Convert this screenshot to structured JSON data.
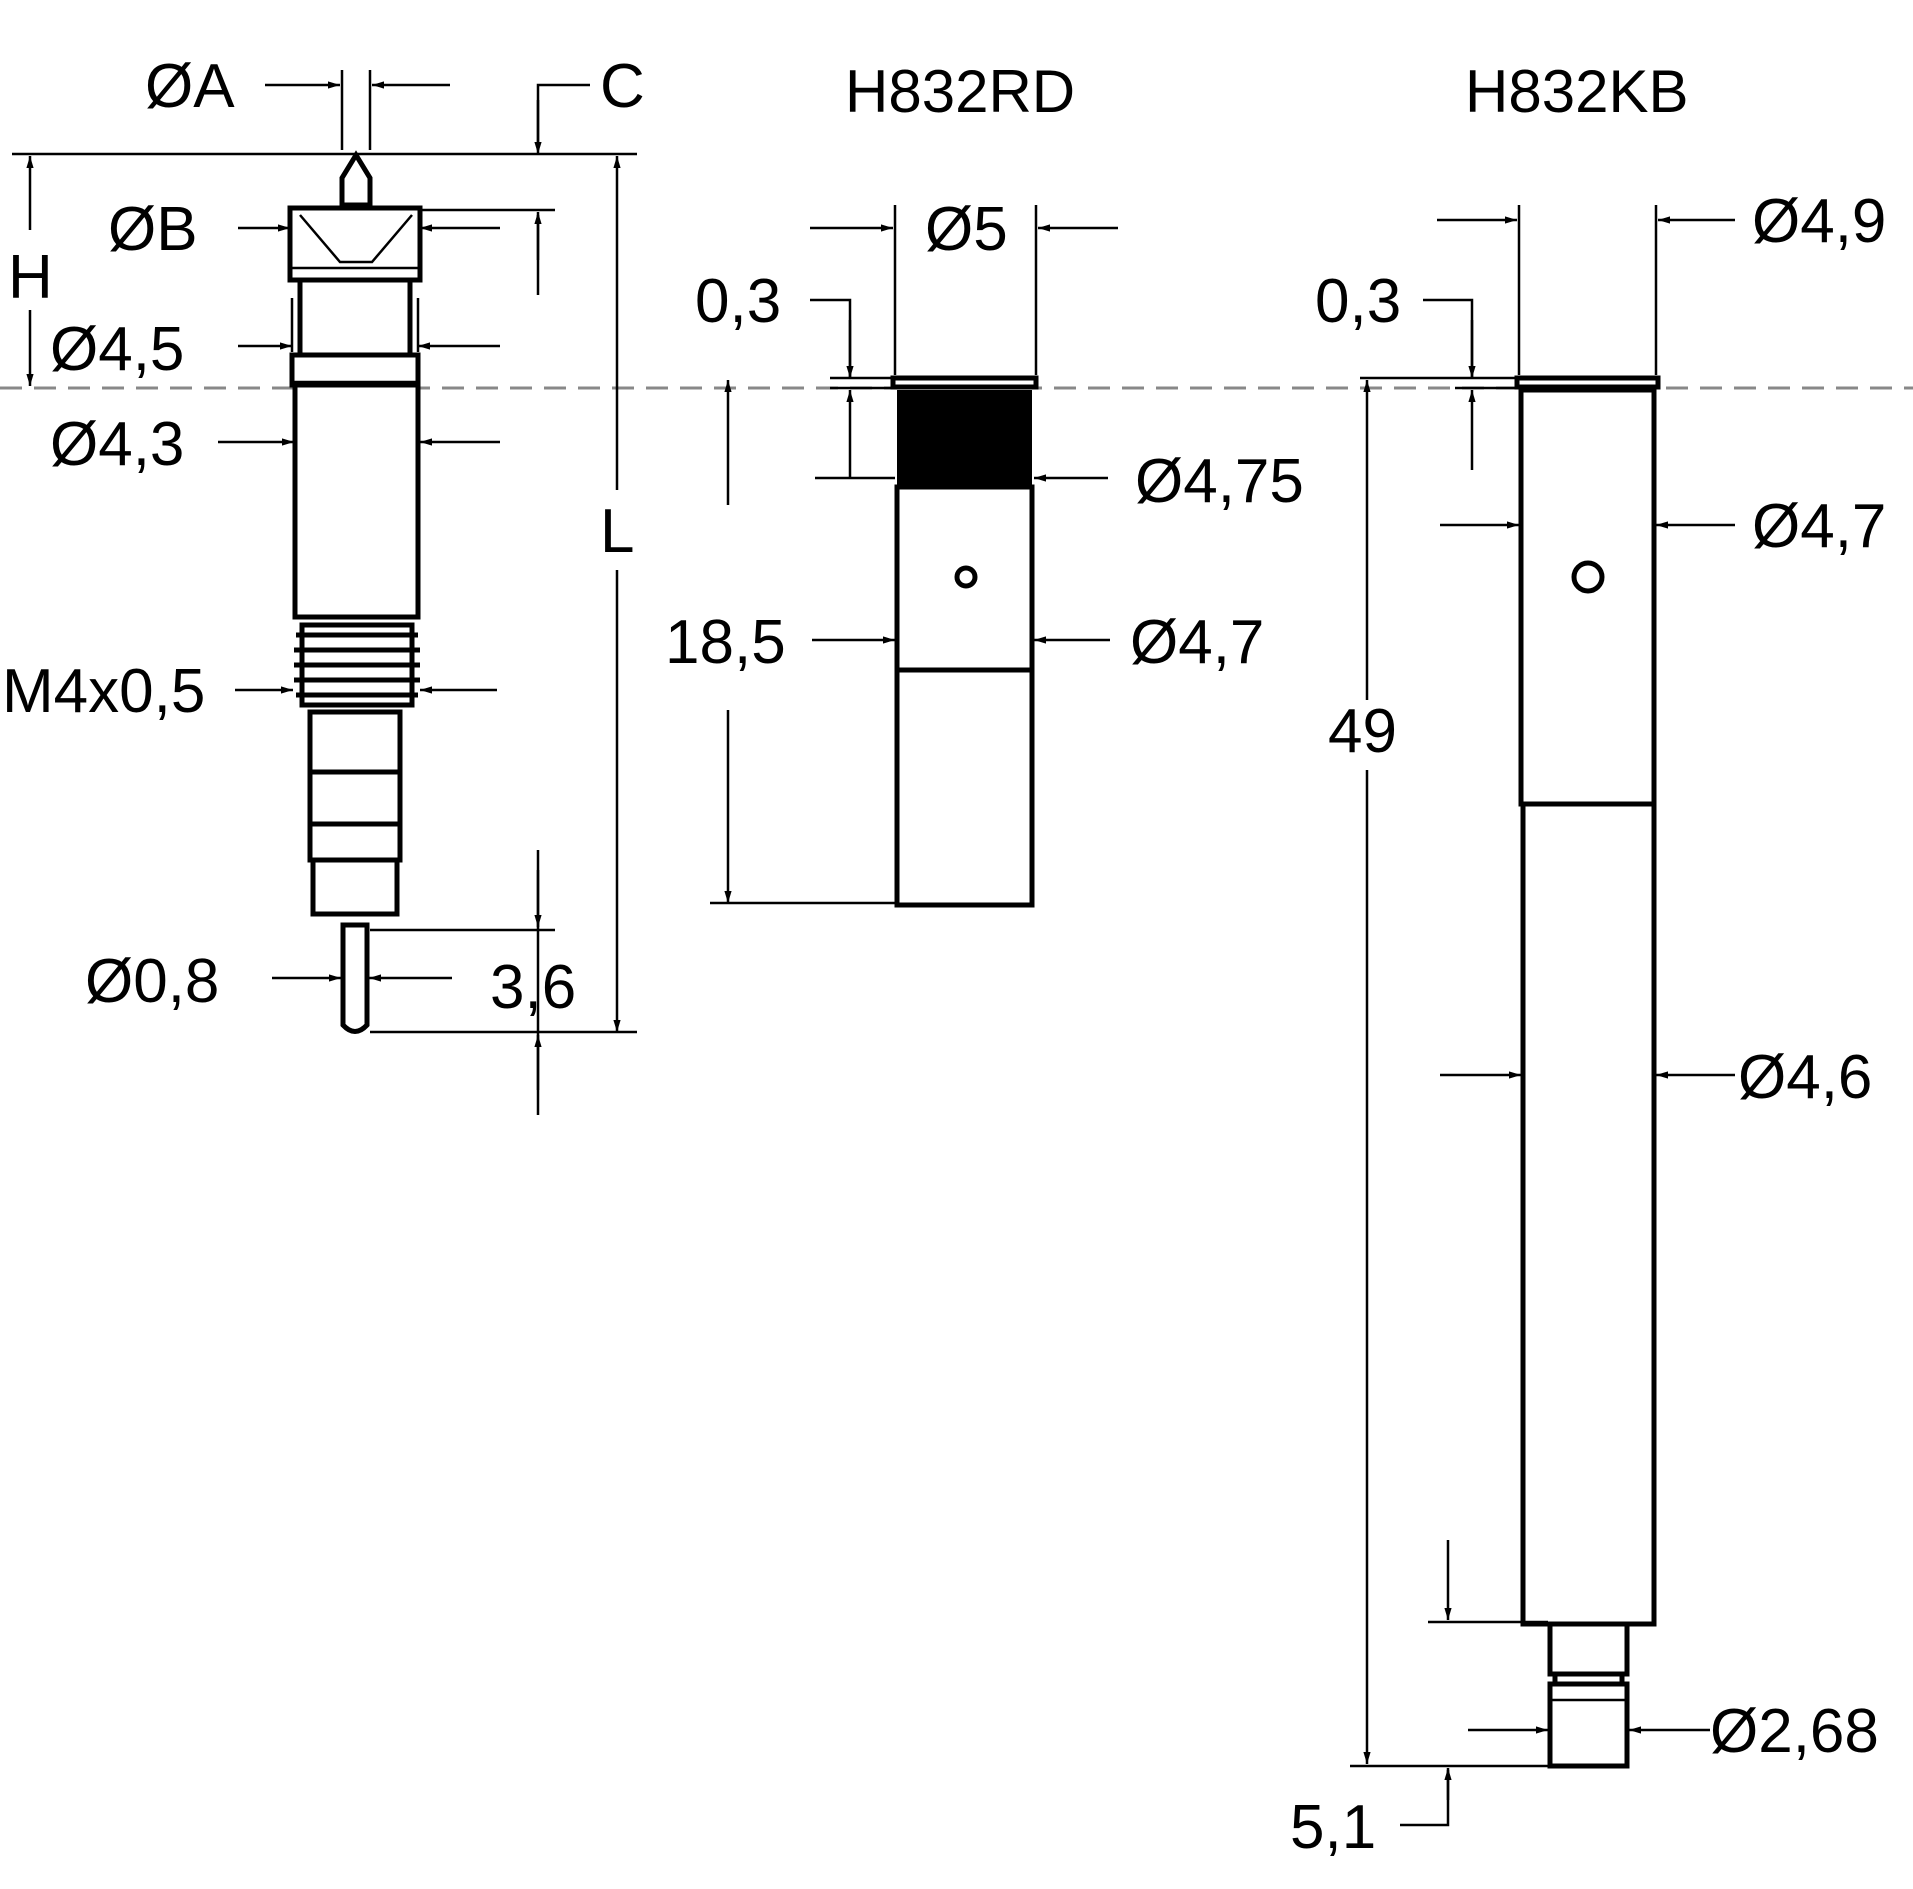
{
  "titles": {
    "rd": "H832RD",
    "kb": "H832KB"
  },
  "probe_labels": {
    "dia_a": "ØA",
    "c": "C",
    "dia_b": "ØB",
    "h": "H",
    "dia_4_5": "Ø4,5",
    "dia_4_3": "Ø4,3",
    "l": "L",
    "thread": "M4x0,5",
    "dia_0_8": "Ø0,8",
    "len_3_6": "3,6"
  },
  "rd_labels": {
    "dia_5": "Ø5",
    "len_0_3": "0,3",
    "dia_4_75": "Ø4,75",
    "len_18_5": "18,5",
    "dia_4_7": "Ø4,7"
  },
  "kb_labels": {
    "dia_4_9": "Ø4,9",
    "len_0_3": "0,3",
    "dia_4_7": "Ø4,7",
    "len_49": "49",
    "dia_4_6": "Ø4,6",
    "dia_2_68": "Ø2,68",
    "len_5_1": "5,1"
  },
  "colors": {
    "line": "#000000",
    "reference_line": "#888888",
    "background": "#ffffff"
  }
}
